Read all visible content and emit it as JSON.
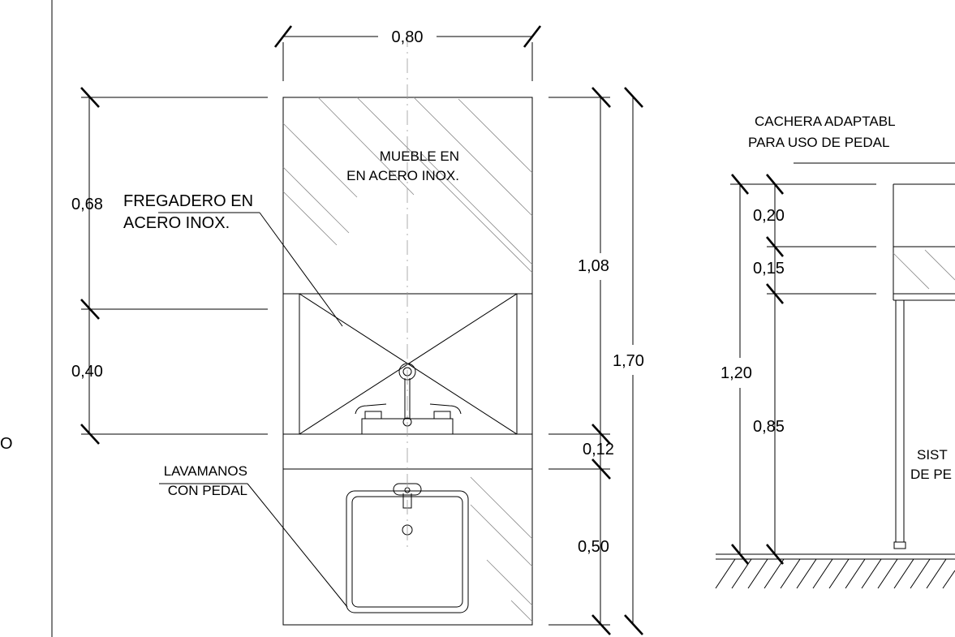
{
  "dimensions": {
    "width_top": "0,80",
    "d_068": "0,68",
    "d_040": "0,40",
    "d_108": "1,08",
    "d_170": "1,70",
    "d_012": "0,12",
    "d_050": "0,50",
    "d_020": "0,20",
    "d_015": "0,15",
    "d_120": "1,20",
    "d_085": "0,85"
  },
  "labels": {
    "mueble_line1": "MUEBLE EN",
    "mueble_line2": "EN ACERO INOX.",
    "fregadero_line1": "FREGADERO EN",
    "fregadero_line2": "ACERO INOX.",
    "lavamanos_line1": "LAVAMANOS",
    "lavamanos_line2": "CON PEDAL",
    "cachera_line1": "CACHERA ADAPTABL",
    "cachera_line2": "PARA USO DE PEDAL",
    "sistema_line1": "SIST",
    "sistema_line2": "DE PE",
    "left_edge_fragment": "O"
  }
}
